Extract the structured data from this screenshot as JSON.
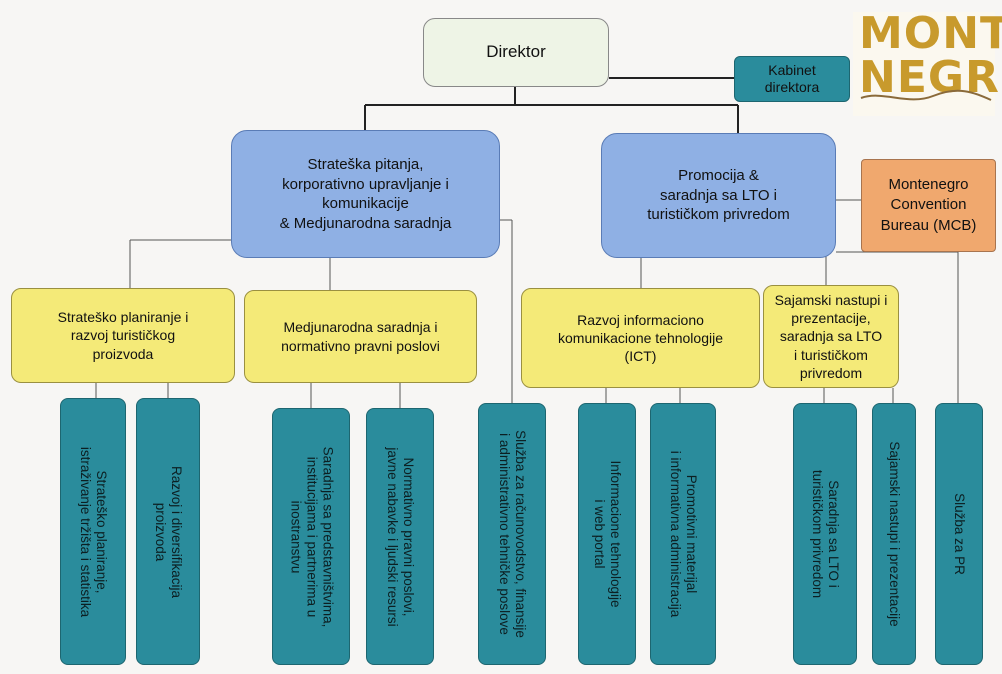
{
  "logo": {
    "text": "MONTE\nNEGRO"
  },
  "director": "Direktor",
  "kabinet": "Kabinet\ndirektora",
  "sector_strategic": "Strateška pitanja,\nkorporativno upravljanje i\nkomunikacije\n& Medjunarodna saradnja",
  "sector_promotion": "Promocija &\nsaradnja sa LTO i\nturističkom privredom",
  "mcb": "Montenegro\nConvention\nBureau  (MCB)",
  "departments": [
    "Strateško planiranje i\nrazvoj  turističkog\nproizvoda",
    "Medjunarodna saradnja i\nnormativno pravni poslovi",
    "Razvoj informaciono\nkomunikacione tehnologije\n(ICT)",
    "Sajamski nastupi i\nprezentacije,\nsaradnja sa LTO\ni turističkom\nprivredom"
  ],
  "services": [
    "Strateško planiranje,\nistraživanje tržišta i statistika",
    "Razvoj i diversifikacija\nproizvoda",
    "Saradnja  sa predstavništvima,\ninstitucijama i partnerima u\ninostranstvu",
    "Normativno pravni poslovi,\njavne nabavke i ljudski resursi",
    "Služba za računovodstvo, finansije\ni administrativno tehničke poslove",
    "Informacione tehnologije\ni web portal",
    "Promotivni  materijal\ni informativna administracija",
    "Saradnja sa LTO i\nturističkom privredom",
    "Sajamski nastupi i prezentacije",
    "Služba za PR"
  ]
}
